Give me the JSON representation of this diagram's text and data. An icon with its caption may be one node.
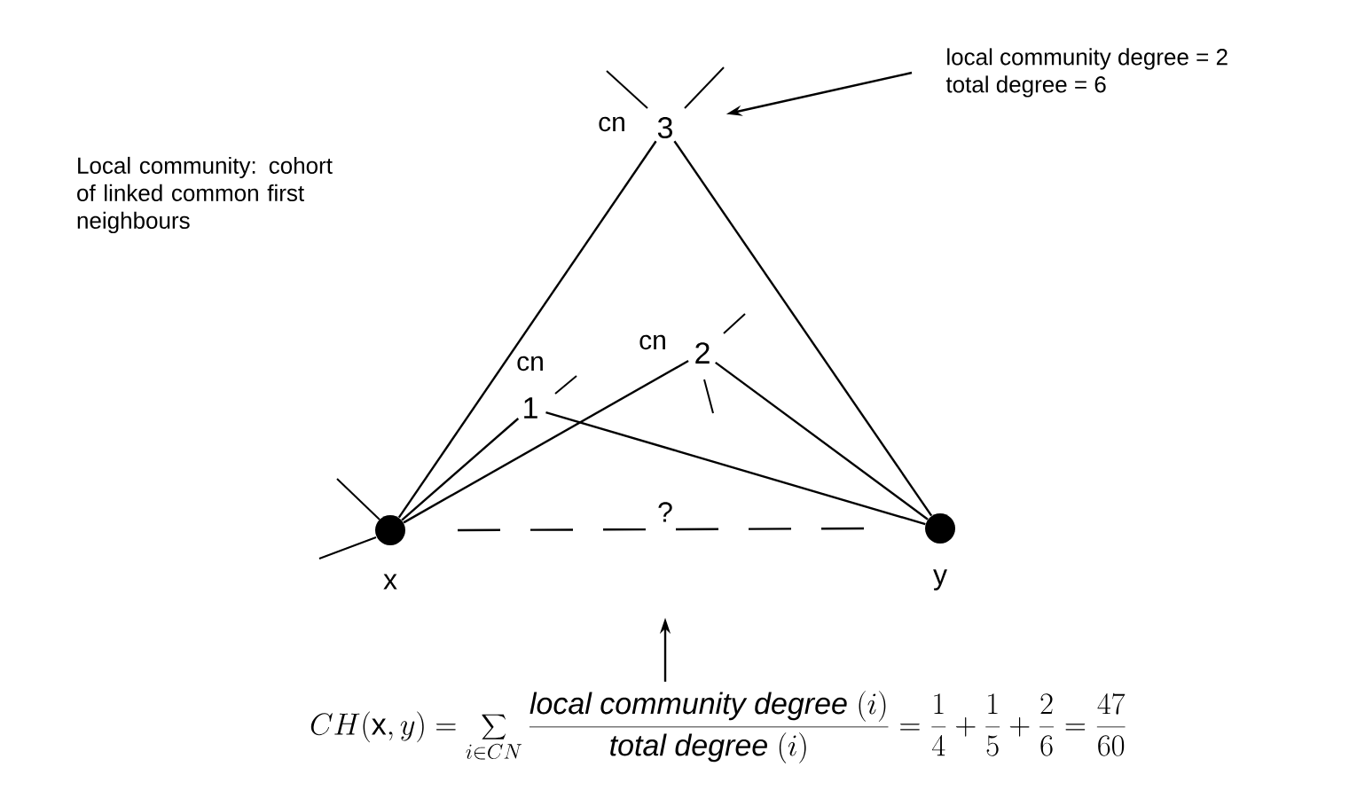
{
  "diagram": {
    "nodes": [
      {
        "text": [],
        "shape": "circle",
        "beside": [
          "x"
        ]
      },
      {
        "text": [],
        "shape": "circle",
        "beside": [
          "y"
        ]
      },
      {
        "text": [
          "1"
        ],
        "beside": [
          "cn"
        ]
      },
      {
        "text": [
          "2"
        ],
        "beside": [
          "cn"
        ]
      },
      {
        "text": [
          "3"
        ],
        "beside": [
          "cn"
        ]
      },
      {
        "text": [
          "local community degree = 2",
          "total degree = 6"
        ]
      },
      {
        "text": [
          "CH(\\mathrm{x},y)=\\sum_{i\\in CN}\\frac{\\mathit{local\\ community\\ degree}\\ (i)}{\\mathit{total\\ degree}\\ (i)}=\\frac{1}{4}+\\frac{1}{5}+\\frac{2}{6}=\\frac{47}{60}"
        ]
      }
    ],
    "edges": [
      {
        "from": 0,
        "to": 4,
        "arrow": "none"
      },
      {
        "from": 0,
        "to": 2,
        "arrow": "none"
      },
      {
        "from": 0,
        "to": 3,
        "arrow": "none"
      },
      {
        "from": 2,
        "to": 1,
        "arrow": "none"
      },
      {
        "from": 3,
        "to": 1,
        "arrow": "none"
      },
      {
        "from": 4,
        "to": 1,
        "arrow": "none"
      },
      {
        "from": 0,
        "to": 1,
        "arrow": "none",
        "style": "dashed",
        "label": "?"
      },
      {
        "from": 5,
        "to": 4,
        "arrow": "to"
      },
      {
        "from": 6,
        "to": null,
        "arrow": "to"
      }
    ],
    "labels": [
      "Local community: cohort of linked common first neighbours"
    ]
  }
}
